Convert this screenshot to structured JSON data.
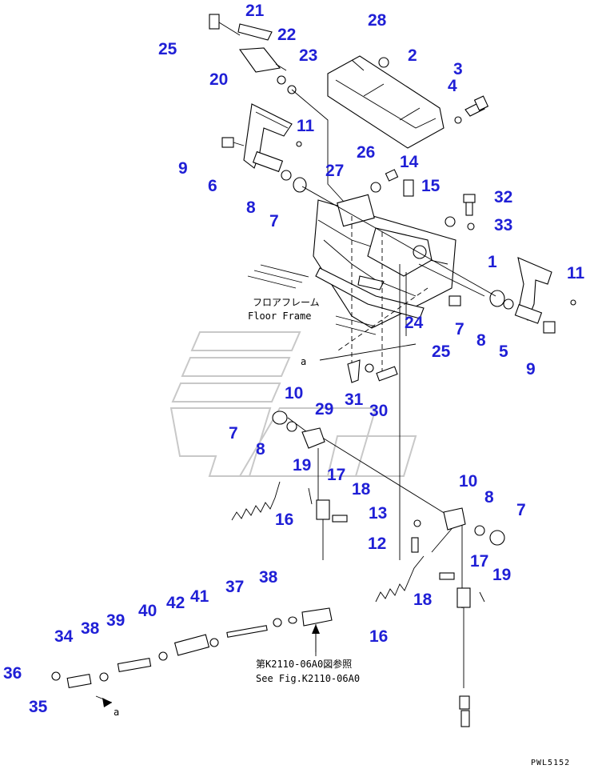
{
  "diagram_code": "PWL5152",
  "notes": {
    "floor_frame_jp": "フロアフレーム",
    "floor_frame_en": "Floor Frame",
    "ref_jp": "第K2110-06A0図参照",
    "ref_en": "See Fig.K2110-06A0",
    "ref_a_top": "a",
    "ref_a_bottom": "a"
  },
  "callouts": [
    {
      "id": "c21",
      "label": "21"
    },
    {
      "id": "c25a",
      "label": "25"
    },
    {
      "id": "c22",
      "label": "22"
    },
    {
      "id": "c28",
      "label": "28"
    },
    {
      "id": "c2",
      "label": "2"
    },
    {
      "id": "c23",
      "label": "23"
    },
    {
      "id": "c3",
      "label": "3"
    },
    {
      "id": "c20",
      "label": "20"
    },
    {
      "id": "c4",
      "label": "4"
    },
    {
      "id": "c11a",
      "label": "11"
    },
    {
      "id": "c9a",
      "label": "9"
    },
    {
      "id": "c26",
      "label": "26"
    },
    {
      "id": "c6",
      "label": "6"
    },
    {
      "id": "c27",
      "label": "27"
    },
    {
      "id": "c14",
      "label": "14"
    },
    {
      "id": "c15",
      "label": "15"
    },
    {
      "id": "c32",
      "label": "32"
    },
    {
      "id": "c8a",
      "label": "8"
    },
    {
      "id": "c7a",
      "label": "7"
    },
    {
      "id": "c33",
      "label": "33"
    },
    {
      "id": "c1",
      "label": "1"
    },
    {
      "id": "c11b",
      "label": "11"
    },
    {
      "id": "c24",
      "label": "24"
    },
    {
      "id": "c7b",
      "label": "7"
    },
    {
      "id": "c25b",
      "label": "25"
    },
    {
      "id": "c8b",
      "label": "8"
    },
    {
      "id": "c5",
      "label": "5"
    },
    {
      "id": "c9b",
      "label": "9"
    },
    {
      "id": "c10a",
      "label": "10"
    },
    {
      "id": "c31",
      "label": "31"
    },
    {
      "id": "c29",
      "label": "29"
    },
    {
      "id": "c30",
      "label": "30"
    },
    {
      "id": "c7c",
      "label": "7"
    },
    {
      "id": "c8c",
      "label": "8"
    },
    {
      "id": "c19a",
      "label": "19"
    },
    {
      "id": "c17a",
      "label": "17"
    },
    {
      "id": "c18a",
      "label": "18"
    },
    {
      "id": "c16a",
      "label": "16"
    },
    {
      "id": "c10b",
      "label": "10"
    },
    {
      "id": "c8d",
      "label": "8"
    },
    {
      "id": "c13",
      "label": "13"
    },
    {
      "id": "c7d",
      "label": "7"
    },
    {
      "id": "c12",
      "label": "12"
    },
    {
      "id": "c17b",
      "label": "17"
    },
    {
      "id": "c19b",
      "label": "19"
    },
    {
      "id": "c18b",
      "label": "18"
    },
    {
      "id": "c16b",
      "label": "16"
    },
    {
      "id": "c37",
      "label": "37"
    },
    {
      "id": "c38a",
      "label": "38"
    },
    {
      "id": "c42",
      "label": "42"
    },
    {
      "id": "c41",
      "label": "41"
    },
    {
      "id": "c40",
      "label": "40"
    },
    {
      "id": "c39",
      "label": "39"
    },
    {
      "id": "c38b",
      "label": "38"
    },
    {
      "id": "c34",
      "label": "34"
    },
    {
      "id": "c36",
      "label": "36"
    },
    {
      "id": "c35",
      "label": "35"
    }
  ]
}
